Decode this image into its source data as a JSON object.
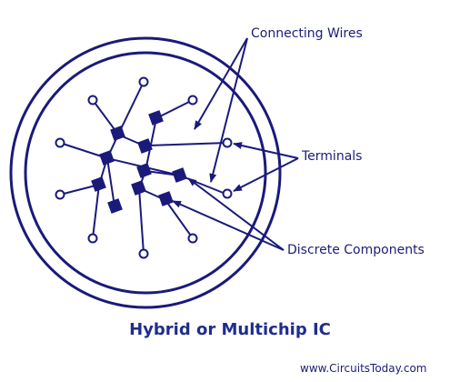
{
  "diagram": {
    "title": "Hybrid or Multichip IC",
    "labels": {
      "connecting_wires": "Connecting Wires",
      "terminals": "Terminals",
      "discrete_components": "Discrete Components"
    },
    "source": "www.CircuitsToday.com",
    "colors": {
      "ink": "#1a1a7a",
      "title": "#1f2d8c",
      "background": "#ffffff"
    }
  }
}
